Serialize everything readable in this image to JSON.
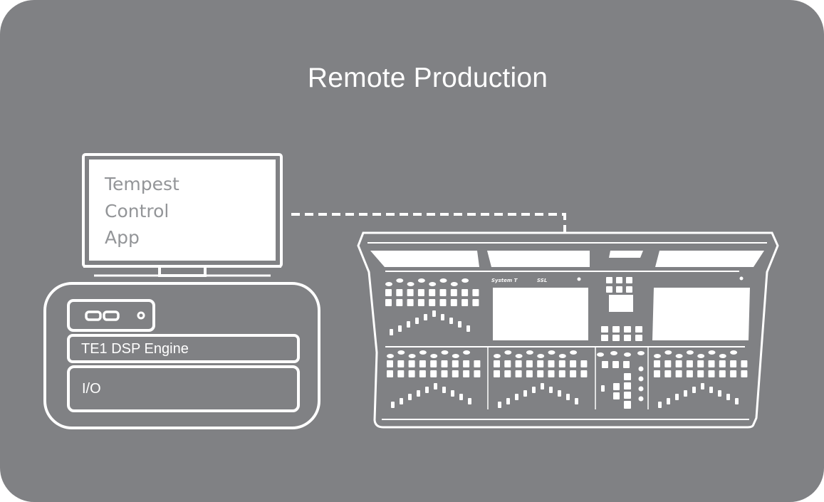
{
  "diagram": {
    "title": "Remote Production",
    "colors": {
      "background": "#808184",
      "stroke": "#ffffff",
      "screen_text": "#939598"
    },
    "control_app": {
      "lines": [
        "Tempest",
        "Control",
        "App"
      ]
    },
    "engine": {
      "dsp_label": "TE1 DSP Engine",
      "io_label": "I/O"
    },
    "console": {
      "model_label": "System T",
      "brand_label": "SSL"
    },
    "connection": {
      "style": "dashed",
      "from": "control_app",
      "to": "console"
    }
  }
}
